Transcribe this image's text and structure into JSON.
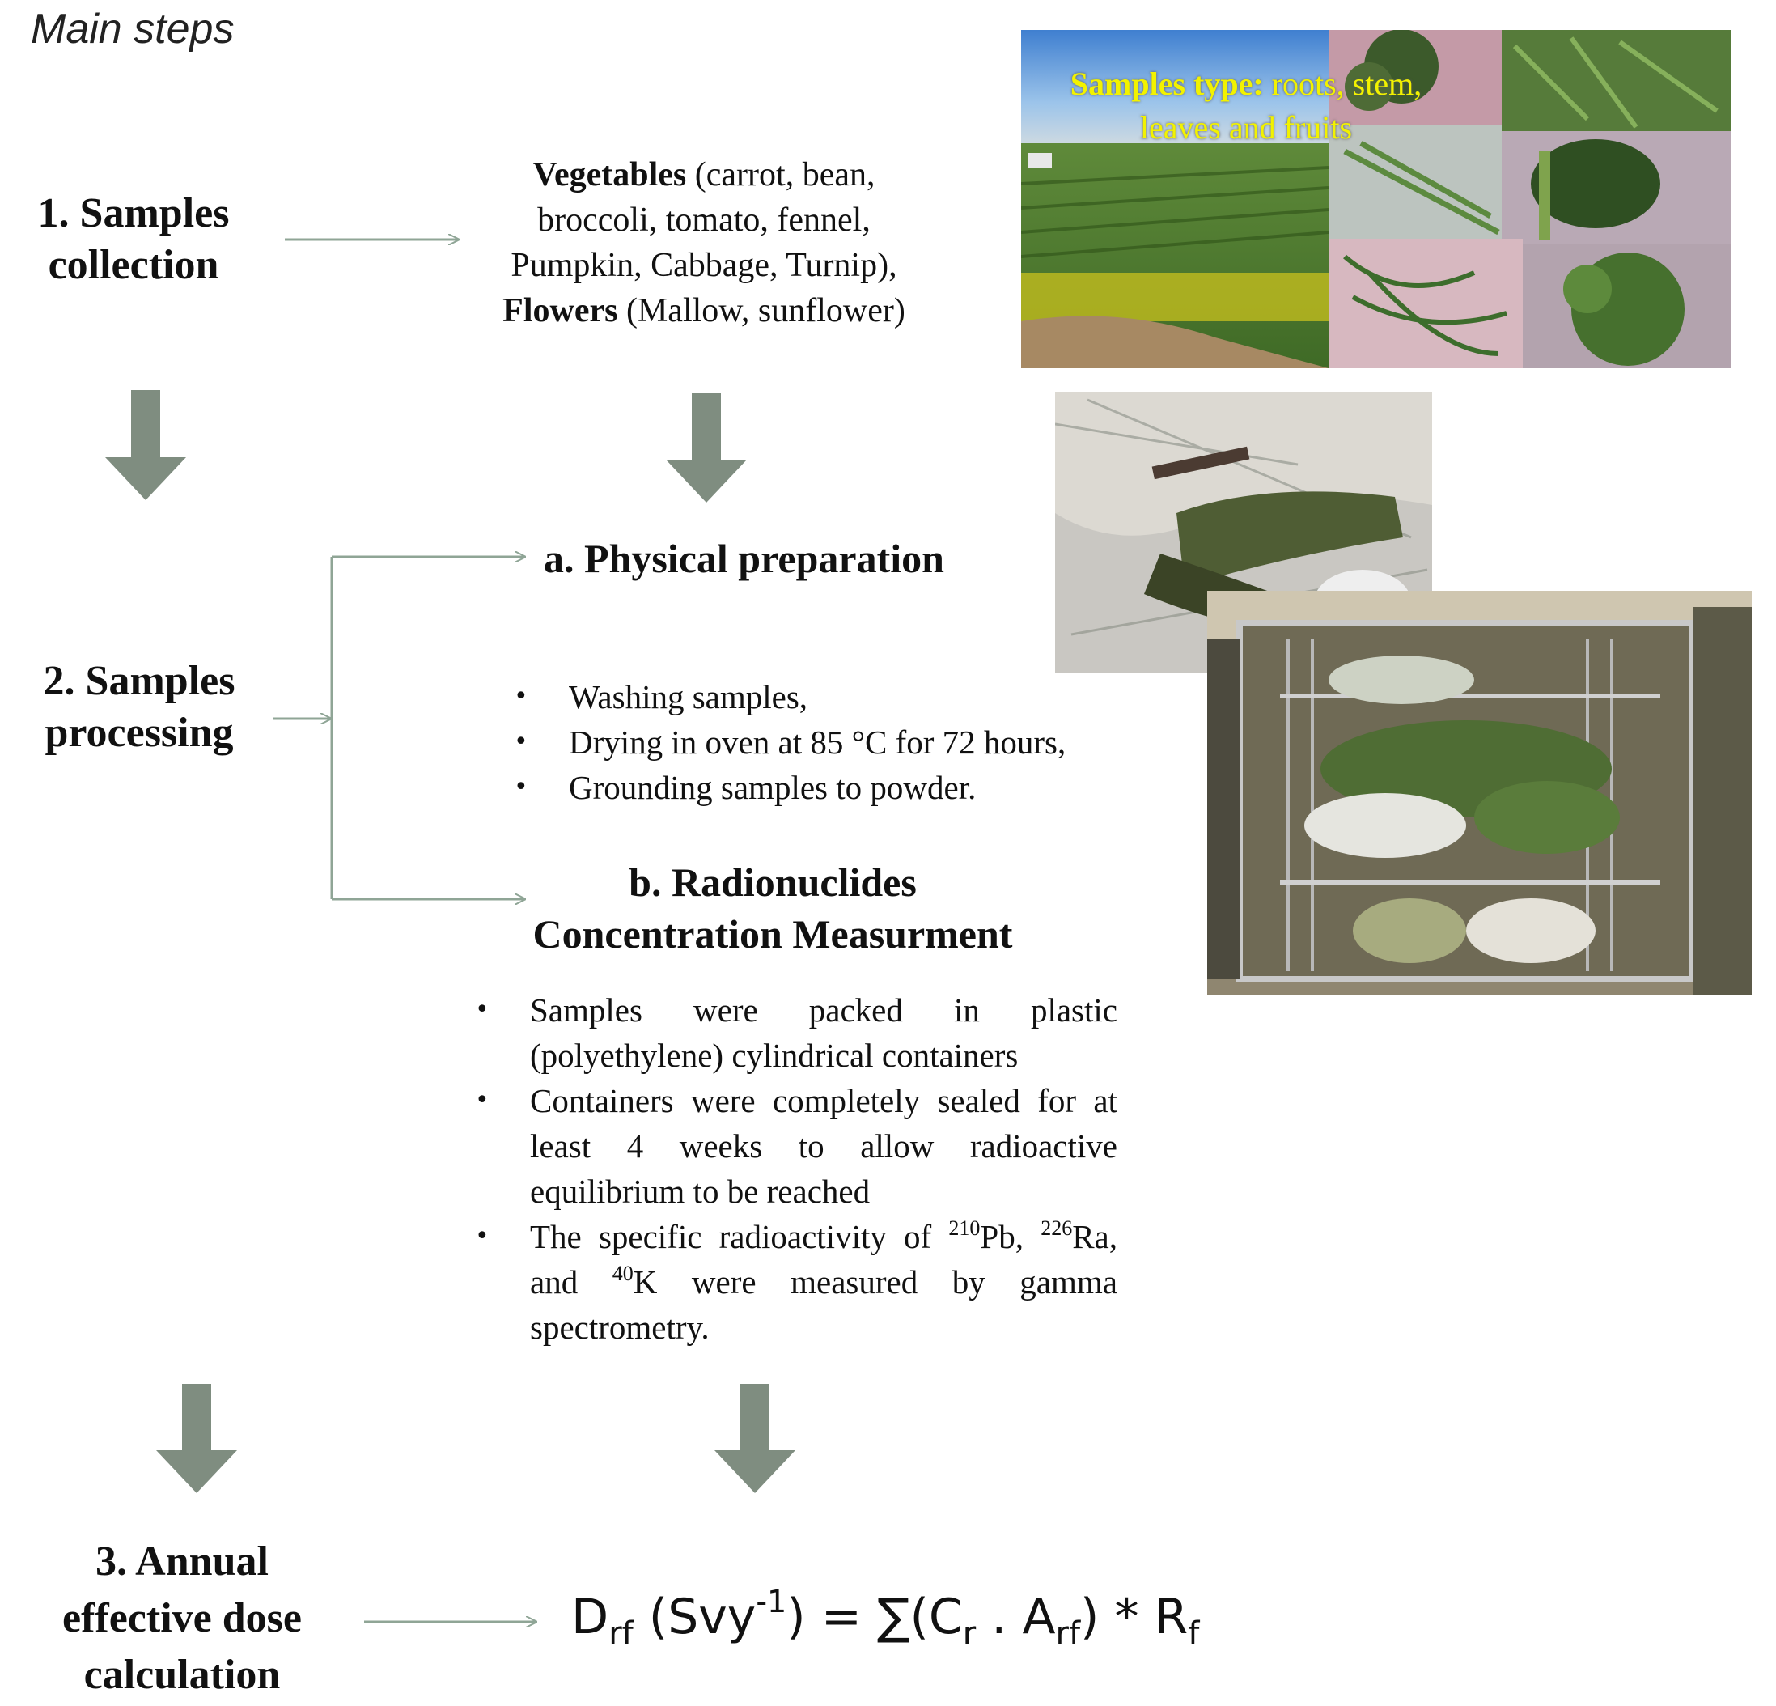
{
  "header": {
    "title": "Main steps"
  },
  "steps": {
    "collection": {
      "lines": [
        "1. Samples",
        "collection"
      ]
    },
    "processing": {
      "lines": [
        "2. Samples",
        "processing"
      ]
    },
    "dose": {
      "lines": [
        "3. Annual",
        "effective dose",
        "calculation"
      ]
    }
  },
  "collection_detail": {
    "veg_label": "Vegetables",
    "veg_items_l1": " (carrot, bean,",
    "veg_items_l2": "broccoli, tomato, fennel,",
    "veg_items_l3": "Pumpkin, Cabbage, Turnip),",
    "flowers_label": "Flowers",
    "flowers_items": " (Mallow, sunflower)"
  },
  "photo_field": {
    "label_bold": "Samples type:",
    "label_plain": " roots, stem,",
    "label_line2": "leaves and fruits"
  },
  "physical": {
    "heading": "a. Physical preparation",
    "bullets": [
      "Washing samples,",
      "Drying in oven at 85 °C  for 72 hours,",
      "Grounding samples to powder."
    ]
  },
  "measurement": {
    "heading_l1": "b. Radionuclides",
    "heading_l2": "Concentration Measurment",
    "b1": "Samples were packed in plastic (polyethylene) cylindrical containers",
    "b2": "Containers were completely sealed for at least 4 weeks to allow radioactive equilibrium to be reached",
    "b3_t1": "The specific radioactivity of ",
    "b3_s1": "210",
    "b3_t2": "Pb, ",
    "b3_s2": "226",
    "b3_t3": "Ra, and ",
    "b3_s3": "40",
    "b3_t4": "K were measured by gamma spectrometry."
  },
  "formula": {
    "D": "D",
    "D_sub": "rf",
    "unit_open": " (Svy",
    "unit_sup": "-1",
    "unit_close": ") = ∑(C",
    "C_sub": "r",
    "mid": " . A",
    "A_sub": "rf",
    "end": ") * R",
    "R_sub": "f"
  },
  "colors": {
    "arrow": "#7f8d80",
    "connector": "#8fa596",
    "label_yellow": "#f2f200"
  }
}
